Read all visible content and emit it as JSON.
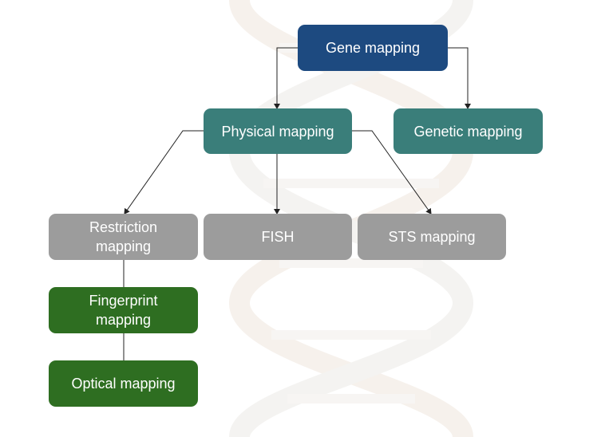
{
  "diagram": {
    "nodes": {
      "gene": {
        "label": "Gene mapping",
        "color": "#1d4a80"
      },
      "physical": {
        "label": "Physical mapping",
        "color": "#3a7e7a"
      },
      "genetic": {
        "label": "Genetic mapping",
        "color": "#3a7e7a"
      },
      "restriction": {
        "label_line1": "Restriction",
        "label_line2": "mapping",
        "color": "#9c9c9c"
      },
      "fish": {
        "label": "FISH",
        "color": "#9c9c9c"
      },
      "sts": {
        "label": "STS mapping",
        "color": "#9c9c9c"
      },
      "fingerprint": {
        "label_line1": "Fingerprint",
        "label_line2": "mapping",
        "color": "#2e6e21"
      },
      "optical": {
        "label": "Optical mapping",
        "color": "#2e6e21"
      }
    },
    "edges": [
      {
        "from": "gene",
        "to": "physical",
        "arrow": true
      },
      {
        "from": "gene",
        "to": "genetic",
        "arrow": true
      },
      {
        "from": "physical",
        "to": "restriction",
        "arrow": true
      },
      {
        "from": "physical",
        "to": "fish",
        "arrow": true
      },
      {
        "from": "physical",
        "to": "sts",
        "arrow": true
      },
      {
        "from": "restriction",
        "to": "fingerprint",
        "arrow": false
      },
      {
        "from": "fingerprint",
        "to": "optical",
        "arrow": false
      }
    ],
    "background_watermark": "dna-helix-icon"
  }
}
